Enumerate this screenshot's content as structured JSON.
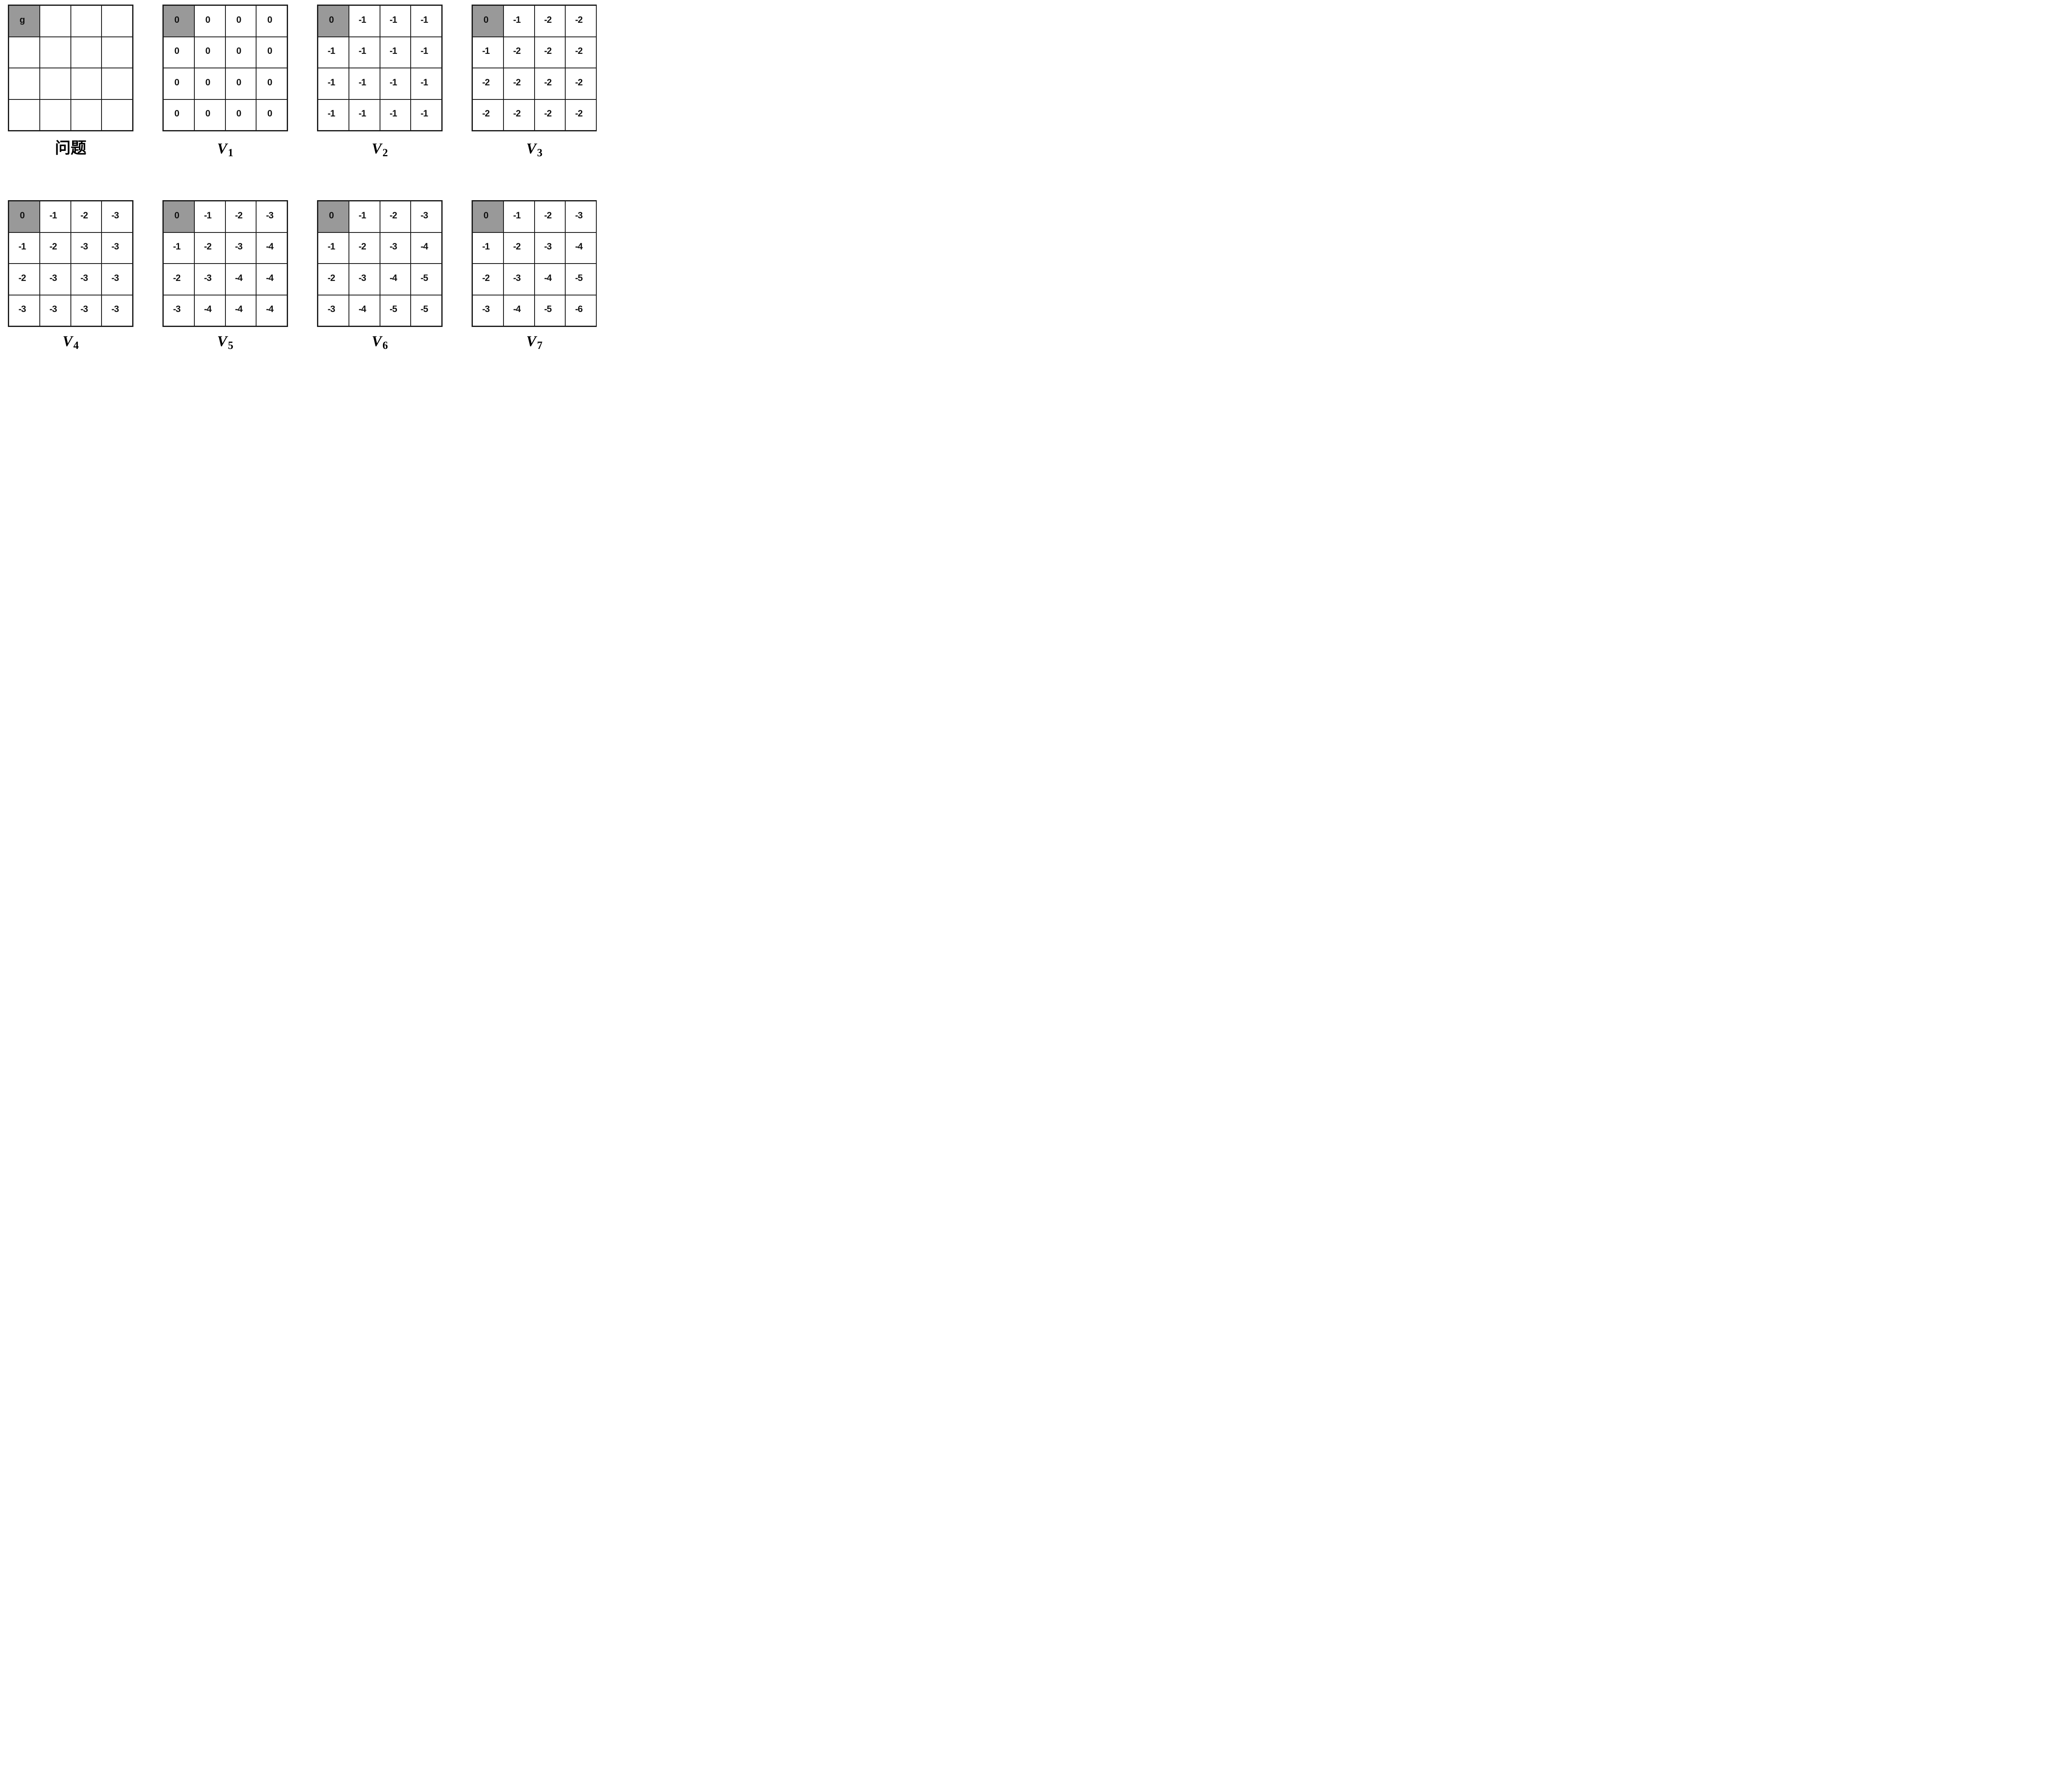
{
  "figure": {
    "description": "Value iteration on a 4x4 gridworld with goal cell g in the top-left corner; iterations V1 through V7 of the state-value function",
    "background": "#ffffff",
    "colors": {
      "goal_cell_bg": "#999999",
      "grid_line": "#1a1a1a",
      "cell_bg": "#ffffff",
      "cell_text": "#111111",
      "label_text": "#000000"
    },
    "rows": [
      {
        "panels": [
          {
            "kind": "problem",
            "label": "问题",
            "goal_row": 0,
            "goal_col": 0,
            "cells": [
              [
                "g",
                "",
                "",
                ""
              ],
              [
                "",
                "",
                "",
                ""
              ],
              [
                "",
                "",
                "",
                ""
              ],
              [
                "",
                "",
                "",
                ""
              ]
            ]
          },
          {
            "kind": "iteration",
            "label_base": "V",
            "label_sub": "1",
            "goal_row": 0,
            "goal_col": 0,
            "cells": [
              [
                "0",
                "0",
                "0",
                "0"
              ],
              [
                "0",
                "0",
                "0",
                "0"
              ],
              [
                "0",
                "0",
                "0",
                "0"
              ],
              [
                "0",
                "0",
                "0",
                "0"
              ]
            ]
          },
          {
            "kind": "iteration",
            "label_base": "V",
            "label_sub": "2",
            "goal_row": 0,
            "goal_col": 0,
            "cells": [
              [
                "0",
                "-1",
                "-1",
                "-1"
              ],
              [
                "-1",
                "-1",
                "-1",
                "-1"
              ],
              [
                "-1",
                "-1",
                "-1",
                "-1"
              ],
              [
                "-1",
                "-1",
                "-1",
                "-1"
              ]
            ]
          },
          {
            "kind": "iteration",
            "label_base": "V",
            "label_sub": "3",
            "goal_row": 0,
            "goal_col": 0,
            "cells": [
              [
                "0",
                "-1",
                "-2",
                "-2"
              ],
              [
                "-1",
                "-2",
                "-2",
                "-2"
              ],
              [
                "-2",
                "-2",
                "-2",
                "-2"
              ],
              [
                "-2",
                "-2",
                "-2",
                "-2"
              ]
            ]
          }
        ]
      },
      {
        "panels": [
          {
            "kind": "iteration",
            "label_base": "V",
            "label_sub": "4",
            "goal_row": 0,
            "goal_col": 0,
            "cells": [
              [
                "0",
                "-1",
                "-2",
                "-3"
              ],
              [
                "-1",
                "-2",
                "-3",
                "-3"
              ],
              [
                "-2",
                "-3",
                "-3",
                "-3"
              ],
              [
                "-3",
                "-3",
                "-3",
                "-3"
              ]
            ]
          },
          {
            "kind": "iteration",
            "label_base": "V",
            "label_sub": "5",
            "goal_row": 0,
            "goal_col": 0,
            "cells": [
              [
                "0",
                "-1",
                "-2",
                "-3"
              ],
              [
                "-1",
                "-2",
                "-3",
                "-4"
              ],
              [
                "-2",
                "-3",
                "-4",
                "-4"
              ],
              [
                "-3",
                "-4",
                "-4",
                "-4"
              ]
            ]
          },
          {
            "kind": "iteration",
            "label_base": "V",
            "label_sub": "6",
            "goal_row": 0,
            "goal_col": 0,
            "cells": [
              [
                "0",
                "-1",
                "-2",
                "-3"
              ],
              [
                "-1",
                "-2",
                "-3",
                "-4"
              ],
              [
                "-2",
                "-3",
                "-4",
                "-5"
              ],
              [
                "-3",
                "-4",
                "-5",
                "-5"
              ]
            ]
          },
          {
            "kind": "iteration",
            "label_base": "V",
            "label_sub": "7",
            "goal_row": 0,
            "goal_col": 0,
            "cells": [
              [
                "0",
                "-1",
                "-2",
                "-3"
              ],
              [
                "-1",
                "-2",
                "-3",
                "-4"
              ],
              [
                "-2",
                "-3",
                "-4",
                "-5"
              ],
              [
                "-3",
                "-4",
                "-5",
                "-6"
              ]
            ]
          }
        ]
      }
    ]
  }
}
